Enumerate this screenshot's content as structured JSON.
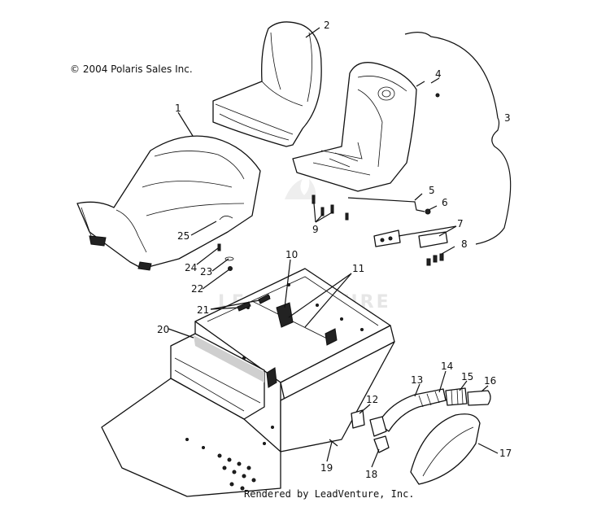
{
  "copyright": "© 2004 Polaris Sales Inc.",
  "footer": "Rendered by LeadVenture, Inc.",
  "watermark": "LEADVENTURE",
  "callouts": [
    "1",
    "2",
    "3",
    "4",
    "5",
    "6",
    "7",
    "8",
    "9",
    "10",
    "11",
    "12",
    "13",
    "14",
    "15",
    "16",
    "17",
    "18",
    "19",
    "20",
    "21",
    "22",
    "23",
    "24",
    "25"
  ],
  "colors": {
    "line": "#111111",
    "background": "#ffffff",
    "watermark": "#e6e6e6"
  }
}
